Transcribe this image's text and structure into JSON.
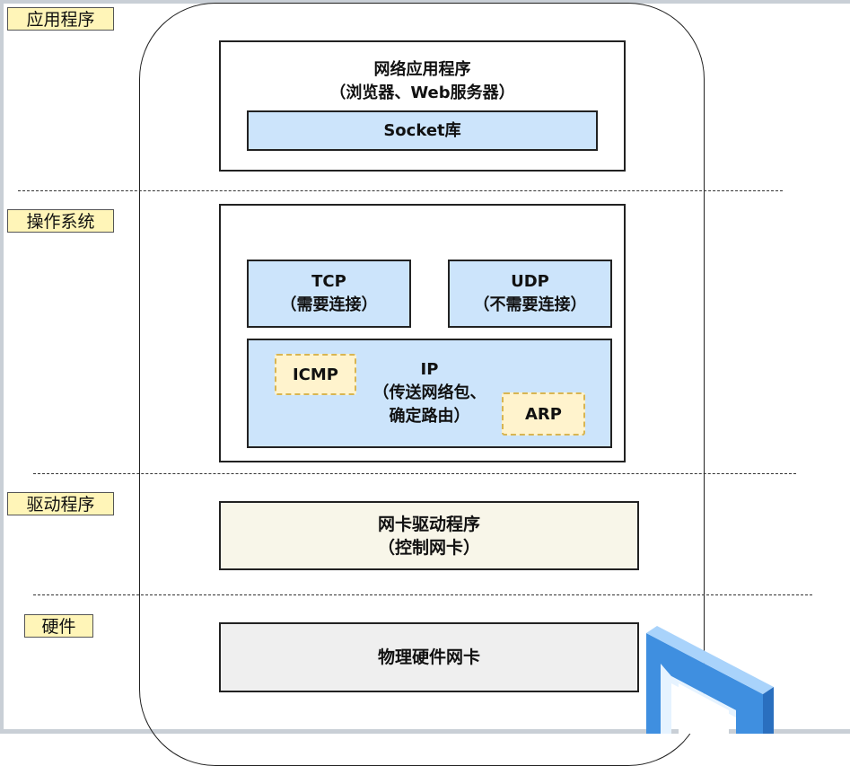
{
  "layers": {
    "application": "应用程序",
    "os": "操作系统",
    "driver": "驱动程序",
    "hardware": "硬件"
  },
  "app_box": {
    "title_line1": "网络应用程序",
    "title_line2": "（浏览器、Web服务器）",
    "socket": "Socket库"
  },
  "os_box": {
    "tcp_line1": "TCP",
    "tcp_line2": "（需要连接）",
    "udp_line1": "UDP",
    "udp_line2": "（不需要连接）",
    "ip_line1": "IP",
    "ip_line2": "（传送网络包、",
    "ip_line3": "确定路由）",
    "icmp": "ICMP",
    "arp": "ARP"
  },
  "driver_box": {
    "line1": "网卡驱动程序",
    "line2": "（控制网卡）"
  },
  "hardware_box": {
    "label": "物理硬件网卡"
  },
  "colors": {
    "label_bg": "#fff5b8",
    "protocol_blue": "#cce4fb",
    "driver_beige": "#f8f6e9",
    "hardware_gray": "#efefef",
    "dashed_box": "#fff3cd",
    "deco_blue": "#3f8fe0"
  },
  "icons": {
    "corner_decoration": "blue-bracket-shape"
  }
}
